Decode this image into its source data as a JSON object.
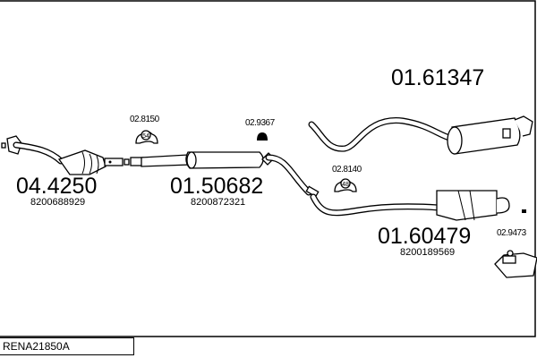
{
  "diagram_code": "RENA21850A",
  "parts": [
    {
      "number": "04.4250",
      "oem": "8200688929"
    },
    {
      "number": "01.50682",
      "oem": "8200872321"
    },
    {
      "number": "01.61347",
      "oem": ""
    },
    {
      "number": "01.60479",
      "oem": "8200189569"
    }
  ],
  "accessories": [
    {
      "number": "02.8150",
      "badge": "54"
    },
    {
      "number": "02.9367"
    },
    {
      "number": "02.8140",
      "badge": "48"
    },
    {
      "number": "02.9473"
    }
  ]
}
